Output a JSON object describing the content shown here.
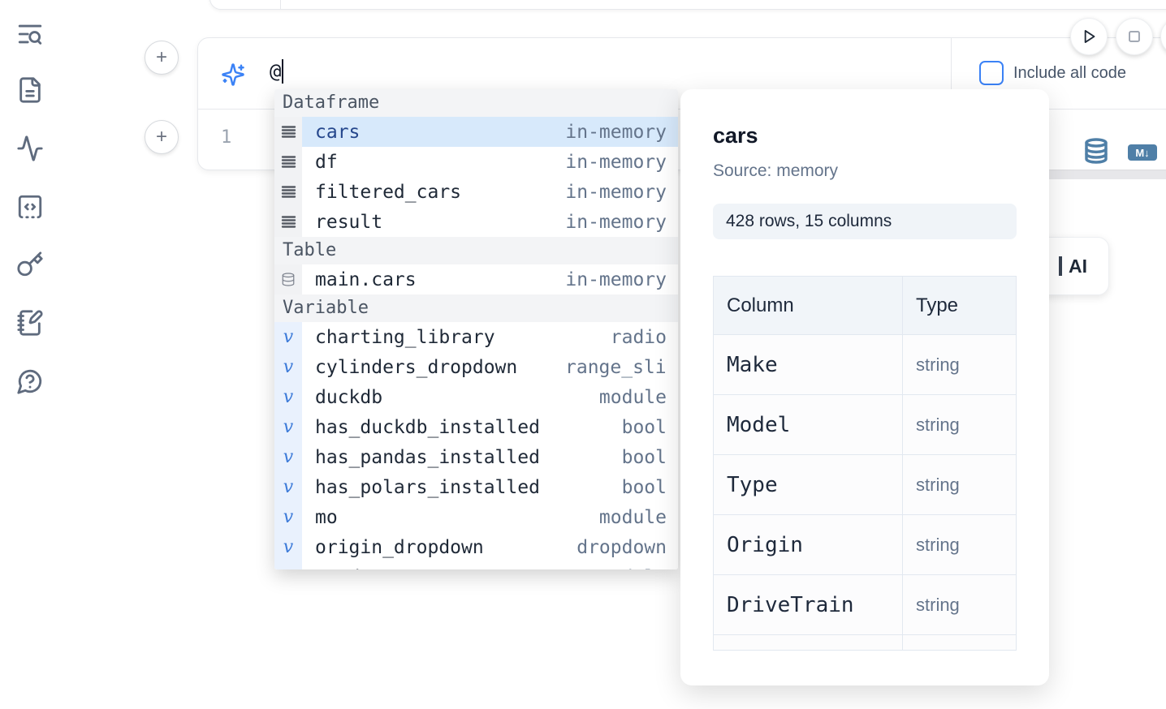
{
  "sidebar": {
    "items": [
      {
        "icon": "text-search-icon"
      },
      {
        "icon": "file-text-icon"
      },
      {
        "icon": "activity-icon"
      },
      {
        "icon": "code-block-icon"
      },
      {
        "icon": "key-icon"
      },
      {
        "icon": "notebook-pen-icon"
      },
      {
        "icon": "help-chat-icon"
      }
    ]
  },
  "ai_input": {
    "value": "@",
    "include_label": "Include all code",
    "checkbox_checked": false
  },
  "editor": {
    "line_number": "1",
    "markdown_badge": "M↓"
  },
  "ai_chip": {
    "label": "AI"
  },
  "autocomplete": {
    "sections": [
      {
        "label": "Dataframe",
        "items": [
          {
            "name": "cars",
            "type": "in-memory",
            "icon": "rows-icon",
            "selected": true
          },
          {
            "name": "df",
            "type": "in-memory",
            "icon": "rows-icon"
          },
          {
            "name": "filtered_cars",
            "type": "in-memory",
            "icon": "rows-icon"
          },
          {
            "name": "result",
            "type": "in-memory",
            "icon": "rows-icon"
          }
        ]
      },
      {
        "label": "Table",
        "items": [
          {
            "name": "main.cars",
            "type": "in-memory",
            "icon": "database-icon"
          }
        ]
      },
      {
        "label": "Variable",
        "items": [
          {
            "name": "charting_library",
            "type": "radio",
            "icon": "variable-icon"
          },
          {
            "name": "cylinders_dropdown",
            "type": "range_slider",
            "icon": "variable-icon",
            "type_clipped": true
          },
          {
            "name": "duckdb",
            "type": "module",
            "icon": "variable-icon"
          },
          {
            "name": "has_duckdb_installed",
            "type": "bool",
            "icon": "variable-icon"
          },
          {
            "name": "has_pandas_installed",
            "type": "bool",
            "icon": "variable-icon"
          },
          {
            "name": "has_polars_installed",
            "type": "bool",
            "icon": "variable-icon"
          },
          {
            "name": "mo",
            "type": "module",
            "icon": "variable-icon"
          },
          {
            "name": "origin_dropdown",
            "type": "dropdown",
            "icon": "variable-icon"
          },
          {
            "name": "pandas",
            "type": "module",
            "icon": "variable-icon",
            "clipped": true
          }
        ]
      }
    ]
  },
  "preview": {
    "title": "cars",
    "source": "Source: memory",
    "shape": "428 rows, 15 columns",
    "table": {
      "headers": [
        "Column",
        "Type"
      ],
      "rows": [
        {
          "column": "Make",
          "type": "string"
        },
        {
          "column": "Model",
          "type": "string"
        },
        {
          "column": "Type",
          "type": "string"
        },
        {
          "column": "Origin",
          "type": "string"
        },
        {
          "column": "DriveTrain",
          "type": "string"
        }
      ]
    }
  },
  "colors": {
    "accent_blue": "#3b82f6",
    "steel_blue": "#4f7fa7",
    "selection_blue": "#d7e9fb",
    "selected_text": "#25478c",
    "muted_text": "#64748b",
    "section_bg": "#f3f4f6",
    "table_header_bg": "#f1f5f9",
    "badge_bg": "#f0f4f8"
  }
}
